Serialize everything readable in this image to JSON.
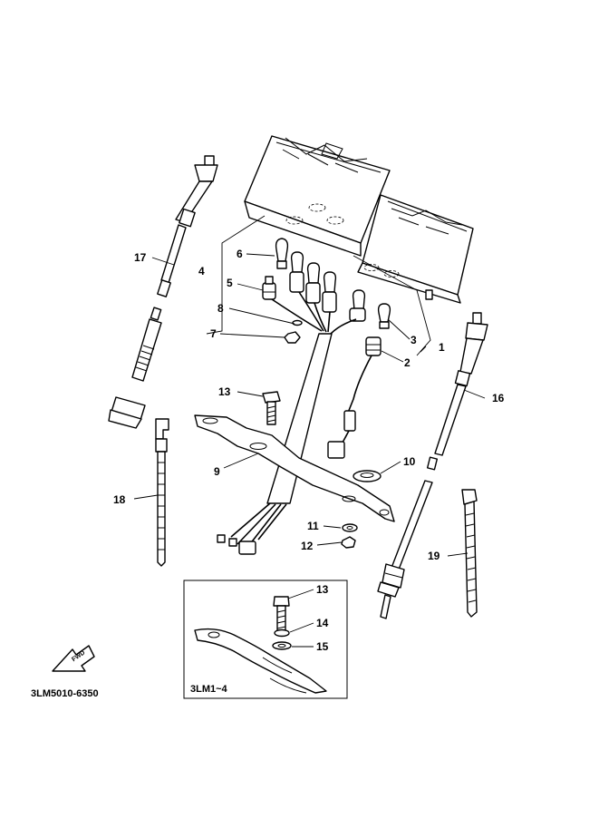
{
  "diagram": {
    "callouts": {
      "p1": "1",
      "p2": "2",
      "p3": "3",
      "p4": "4",
      "p5": "5",
      "p6": "6",
      "p7": "7",
      "p8": "8",
      "p9": "9",
      "p10": "10",
      "p11": "11",
      "p12": "12",
      "p13": "13",
      "p16": "16",
      "p17": "17",
      "p18": "18",
      "p19": "19"
    },
    "inset": {
      "label": "3LM1~4",
      "callouts": {
        "p13": "13",
        "p14": "14",
        "p15": "15"
      }
    },
    "direction_arrow_text": "FWD",
    "drawing_code": "3LM5010-6350"
  }
}
